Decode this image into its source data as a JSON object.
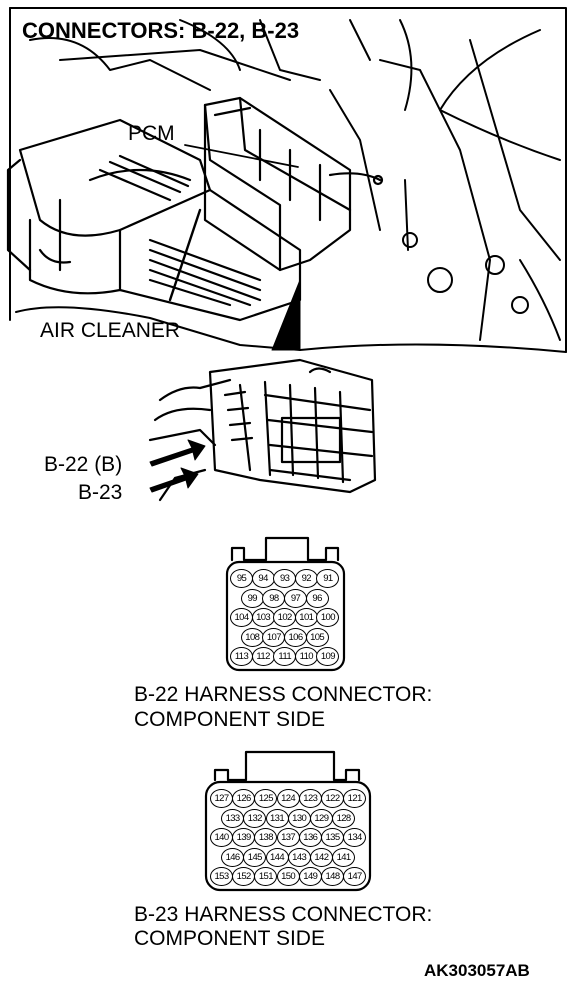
{
  "title": "CONNECTORS: B-22, B-23",
  "labels": {
    "pcm": "PCM",
    "air_cleaner": "AIR CLEANER",
    "b22": "B-22 (B)",
    "b23": "B-23"
  },
  "connector_b22": {
    "caption_line1": "B-22 HARNESS CONNECTOR:",
    "caption_line2": "COMPONENT SIDE",
    "rows": [
      [
        "95",
        "94",
        "93",
        "92",
        "91"
      ],
      [
        "99",
        "98",
        "97",
        "96"
      ],
      [
        "104",
        "103",
        "102",
        "101",
        "100"
      ],
      [
        "108",
        "107",
        "106",
        "105"
      ],
      [
        "113",
        "112",
        "111",
        "110",
        "109"
      ]
    ]
  },
  "connector_b23": {
    "caption_line1": "B-23 HARNESS CONNECTOR:",
    "caption_line2": "COMPONENT SIDE",
    "rows": [
      [
        "127",
        "126",
        "125",
        "124",
        "123",
        "122",
        "121"
      ],
      [
        "133",
        "132",
        "131",
        "130",
        "129",
        "128"
      ],
      [
        "140",
        "139",
        "138",
        "137",
        "136",
        "135",
        "134"
      ],
      [
        "146",
        "145",
        "144",
        "143",
        "142",
        "141"
      ],
      [
        "153",
        "152",
        "151",
        "150",
        "149",
        "148",
        "147"
      ]
    ]
  },
  "figure_code": "AK303057AB"
}
